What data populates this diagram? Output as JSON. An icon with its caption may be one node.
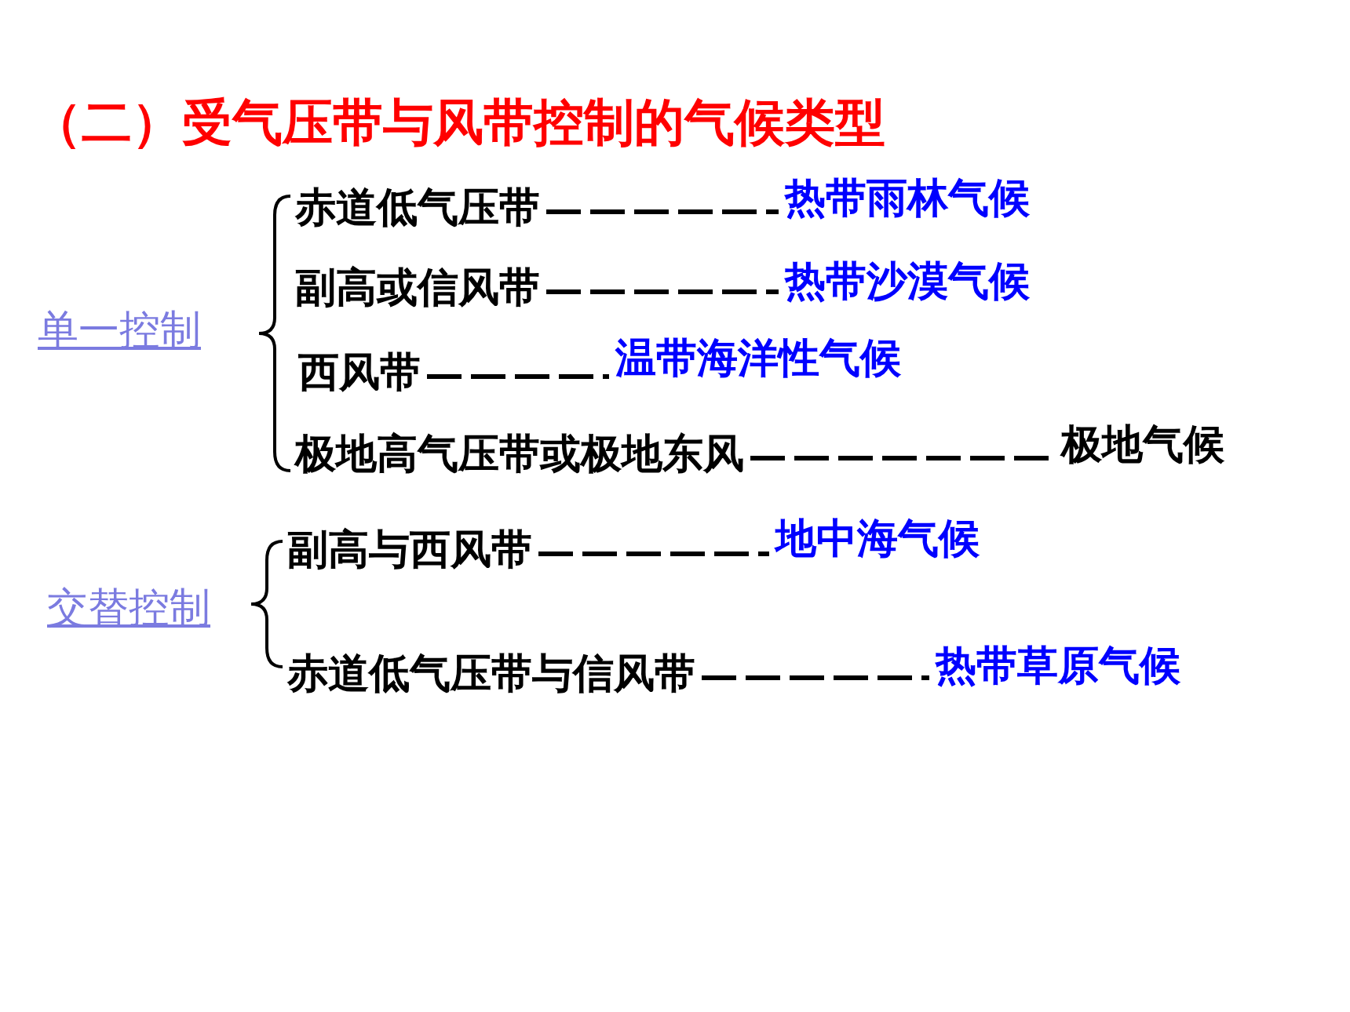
{
  "diagram": {
    "title": "（二）受气压带与风带控制的气候类型",
    "nodes": [
      {
        "text": [
          "单一控制"
        ]
      },
      {
        "text": [
          "赤道低气压带"
        ]
      },
      {
        "text": [
          "热带雨林气候"
        ]
      },
      {
        "text": [
          "副高或信风带"
        ]
      },
      {
        "text": [
          "热带沙漠气候"
        ]
      },
      {
        "text": [
          "西风带"
        ]
      },
      {
        "text": [
          "温带海洋性气候"
        ]
      },
      {
        "text": [
          "极地高气压带或极地东风"
        ]
      },
      {
        "text": [
          "极地气候"
        ]
      },
      {
        "text": [
          "交替控制"
        ]
      },
      {
        "text": [
          "副高与西风带"
        ]
      },
      {
        "text": [
          "地中海气候"
        ]
      },
      {
        "text": [
          "赤道低气压带与信风带"
        ]
      },
      {
        "text": [
          "热带草原气候"
        ]
      }
    ],
    "edges": [
      {
        "from": 1,
        "to": 2,
        "arrow": "none"
      },
      {
        "from": 3,
        "to": 4,
        "arrow": "none"
      },
      {
        "from": 5,
        "to": 6,
        "arrow": "none"
      },
      {
        "from": 7,
        "to": 8,
        "arrow": "none"
      },
      {
        "from": 10,
        "to": 11,
        "arrow": "none"
      },
      {
        "from": 12,
        "to": 13,
        "arrow": "none"
      }
    ]
  }
}
